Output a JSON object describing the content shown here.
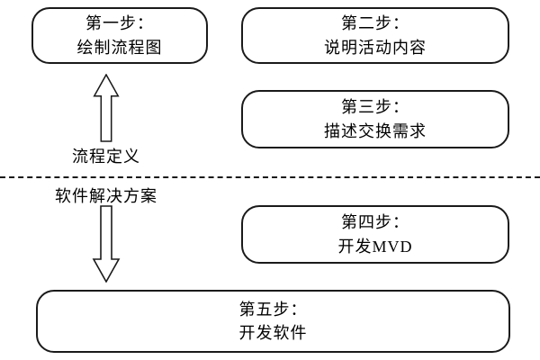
{
  "diagram": {
    "boxes": {
      "step1": {
        "line1": "第一步：",
        "line2": "绘制流程图"
      },
      "step2": {
        "line1": "第二步：",
        "line2": "说明活动内容"
      },
      "step3": {
        "line1": "第三步：",
        "line2": "描述交换需求"
      },
      "step4": {
        "line1": "第四步：",
        "line2": "开发MVD"
      },
      "step5": {
        "line1": "第五步：",
        "line2": "开发软件"
      }
    },
    "labels": {
      "process_definition": "流程定义",
      "software_solution": "软件解决方案"
    },
    "icons": {
      "up_arrow": "hollow-up-arrow",
      "down_arrow": "hollow-down-arrow"
    },
    "colors": {
      "stroke": "#1a1a1a",
      "fill": "#ffffff",
      "background": "#ffffff"
    }
  }
}
